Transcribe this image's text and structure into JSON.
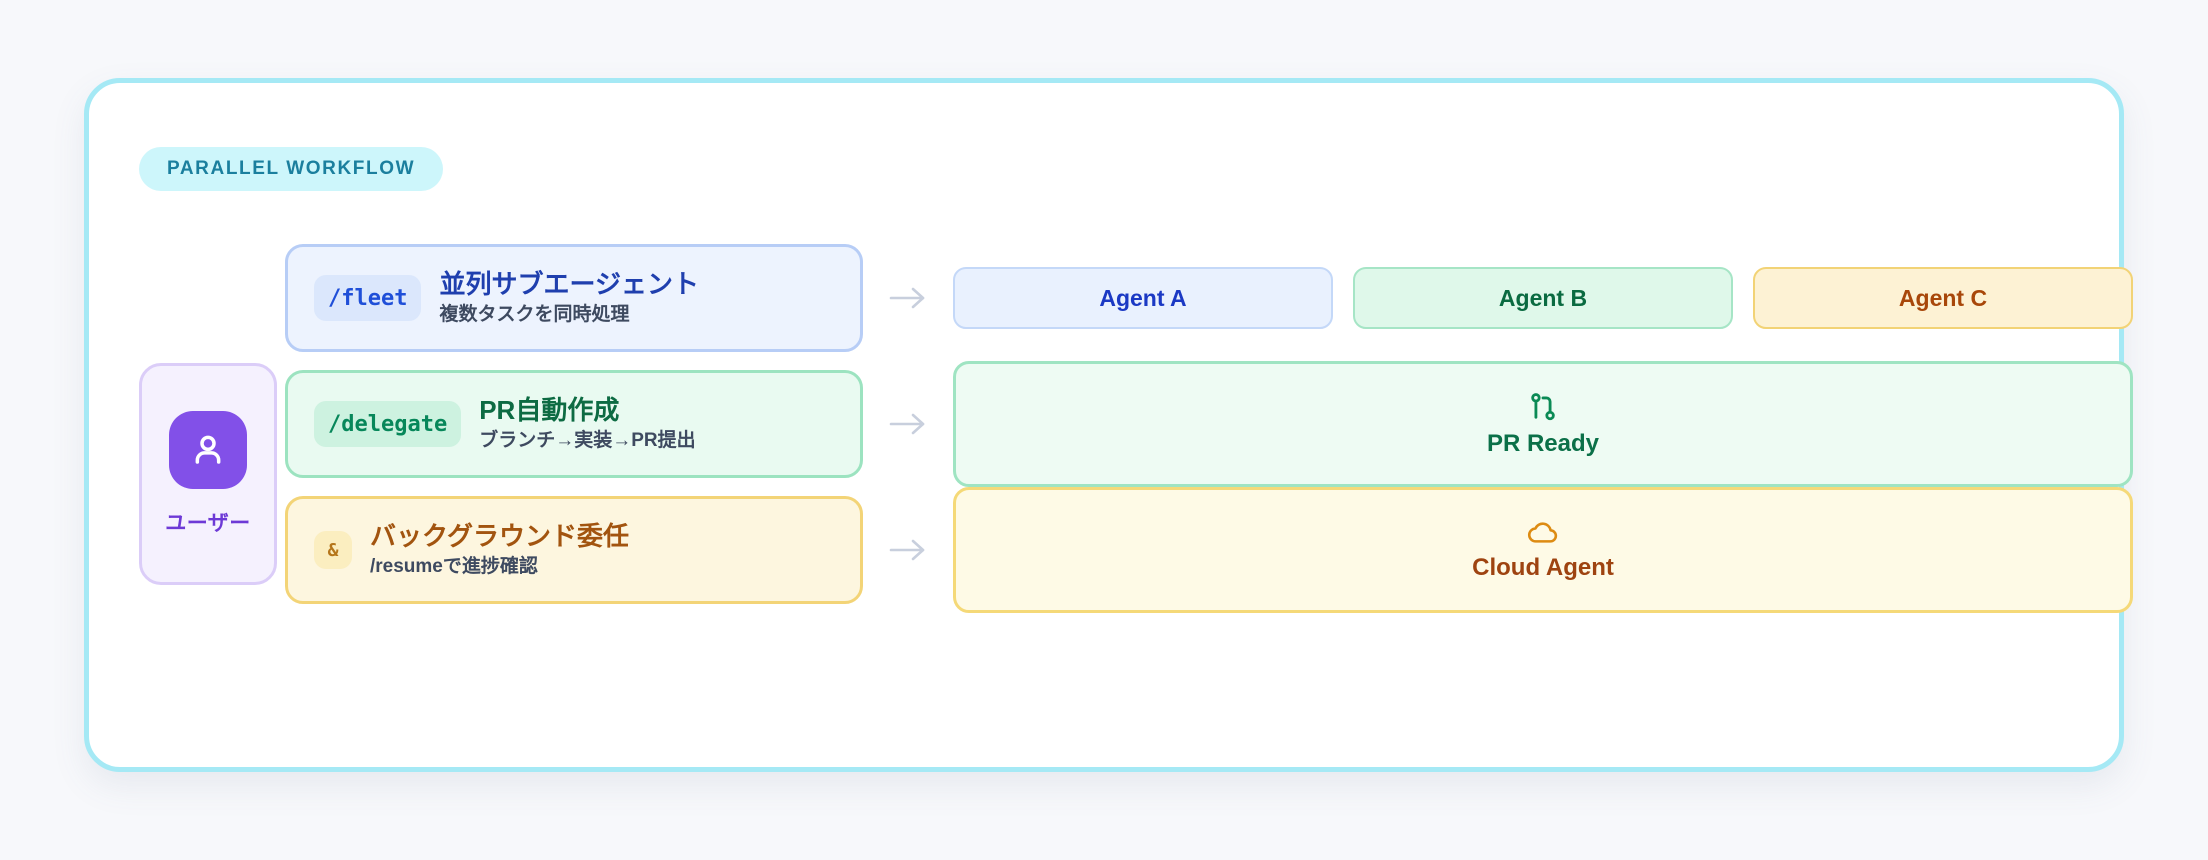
{
  "badge": {
    "label": "PARALLEL WORKFLOW"
  },
  "user": {
    "label": "ユーザー",
    "icon": "user-icon",
    "accent": "#8250e8"
  },
  "arrow_glyph": "→",
  "rows": [
    {
      "id": "fleet",
      "command": "/fleet",
      "title": "並列サブエージェント",
      "subtitle": "複数タスクを同時処理",
      "accent": "#1f3fae",
      "output_type": "agents",
      "agents": [
        {
          "label": "Agent A",
          "color": "#1b39c4"
        },
        {
          "label": "Agent B",
          "color": "#0a6b41"
        },
        {
          "label": "Agent C",
          "color": "#a8470a"
        }
      ]
    },
    {
      "id": "delegate",
      "command": "/delegate",
      "title": "PR自動作成",
      "subtitle": "ブランチ→実装→PR提出",
      "accent": "#0d6b43",
      "output_type": "panel",
      "panel": {
        "label": "PR Ready",
        "icon": "git-pull-request-icon",
        "color": "#0b7048"
      }
    },
    {
      "id": "background",
      "command": "&",
      "title": "バックグラウンド委任",
      "subtitle": "/resumeで進捗確認",
      "accent": "#a2540f",
      "output_type": "panel",
      "panel": {
        "label": "Cloud Agent",
        "icon": "cloud-icon",
        "color": "#9e4310"
      }
    }
  ]
}
